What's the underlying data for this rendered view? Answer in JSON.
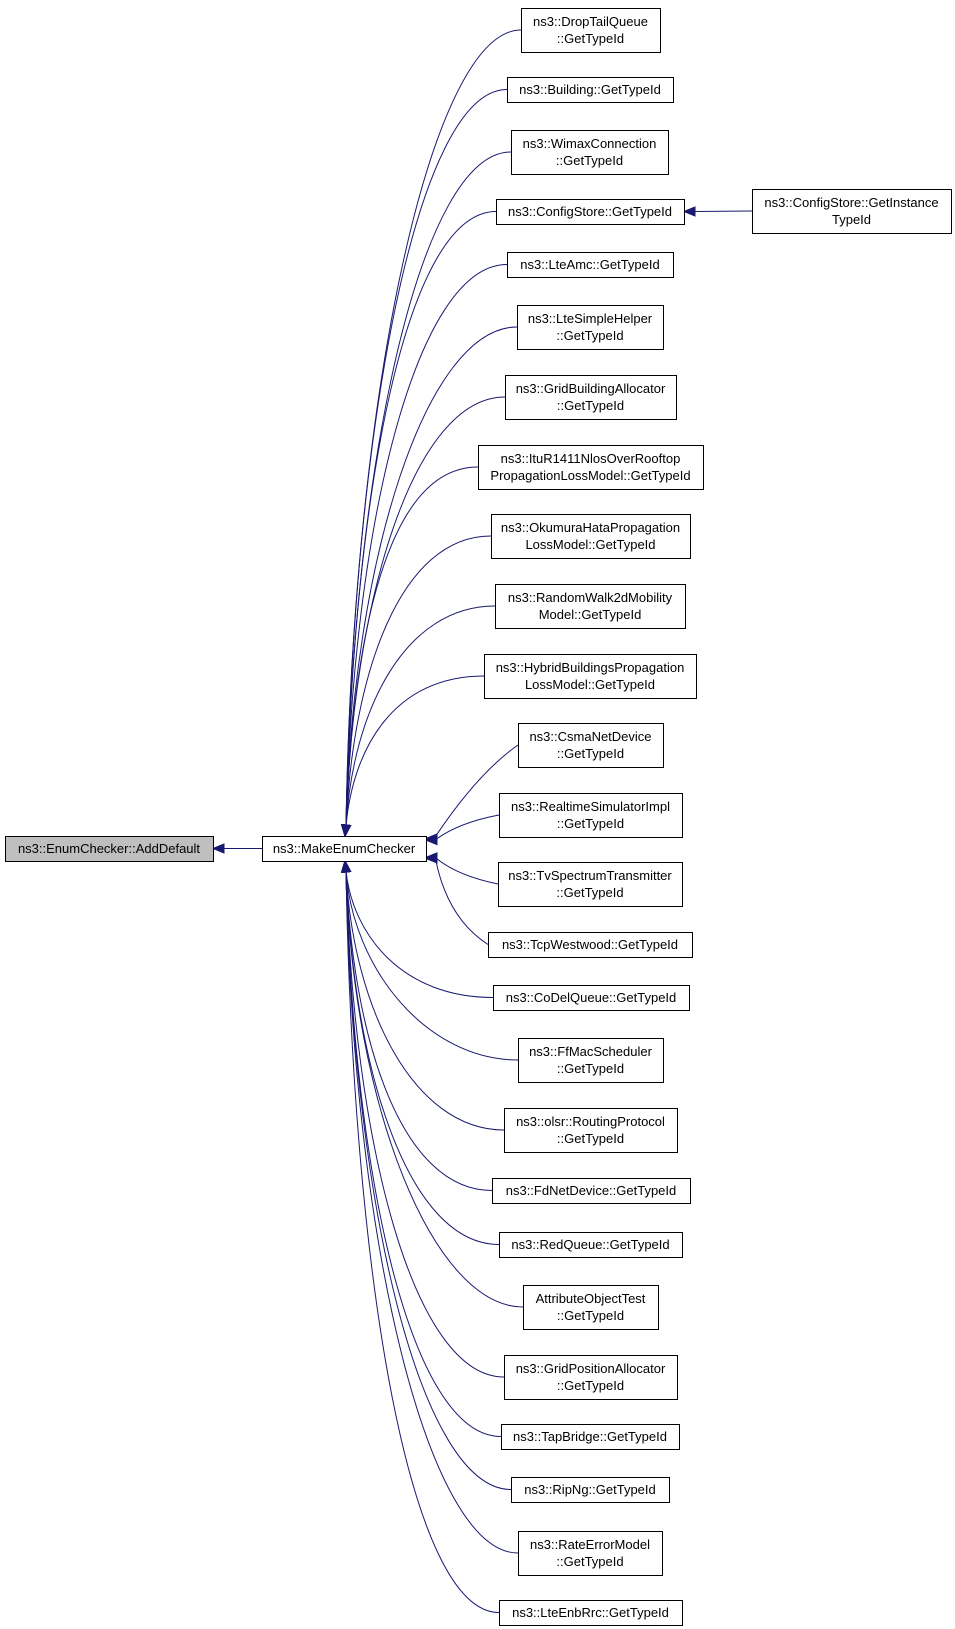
{
  "colors": {
    "edge": "#191970",
    "root_fill": "#bfbfbf",
    "node_fill": "#ffffff"
  },
  "nodes": [
    {
      "id": "add_default",
      "lines": [
        "ns3::EnumChecker::AddDefault"
      ],
      "root": true
    },
    {
      "id": "make_enum_checker",
      "lines": [
        "ns3::MakeEnumChecker"
      ]
    },
    {
      "id": "droptail",
      "lines": [
        "ns3::DropTailQueue",
        "::GetTypeId"
      ]
    },
    {
      "id": "building",
      "lines": [
        "ns3::Building::GetTypeId"
      ]
    },
    {
      "id": "wimax",
      "lines": [
        "ns3::WimaxConnection",
        "::GetTypeId"
      ]
    },
    {
      "id": "configstore",
      "lines": [
        "ns3::ConfigStore::GetTypeId"
      ]
    },
    {
      "id": "configstore_inst",
      "lines": [
        "ns3::ConfigStore::GetInstance",
        "TypeId"
      ]
    },
    {
      "id": "lteamc",
      "lines": [
        "ns3::LteAmc::GetTypeId"
      ]
    },
    {
      "id": "ltesimple",
      "lines": [
        "ns3::LteSimpleHelper",
        "::GetTypeId"
      ]
    },
    {
      "id": "gridbuilding",
      "lines": [
        "ns3::GridBuildingAllocator",
        "::GetTypeId"
      ]
    },
    {
      "id": "itur1411",
      "lines": [
        "ns3::ItuR1411NlosOverRooftop",
        "PropagationLossModel::GetTypeId"
      ]
    },
    {
      "id": "okumura",
      "lines": [
        "ns3::OkumuraHataPropagation",
        "LossModel::GetTypeId"
      ]
    },
    {
      "id": "randomwalk",
      "lines": [
        "ns3::RandomWalk2dMobility",
        "Model::GetTypeId"
      ]
    },
    {
      "id": "hybrid",
      "lines": [
        "ns3::HybridBuildingsPropagation",
        "LossModel::GetTypeId"
      ]
    },
    {
      "id": "csma",
      "lines": [
        "ns3::CsmaNetDevice",
        "::GetTypeId"
      ]
    },
    {
      "id": "realtime",
      "lines": [
        "ns3::RealtimeSimulatorImpl",
        "::GetTypeId"
      ]
    },
    {
      "id": "tvspectrum",
      "lines": [
        "ns3::TvSpectrumTransmitter",
        "::GetTypeId"
      ]
    },
    {
      "id": "tcpwestwood",
      "lines": [
        "ns3::TcpWestwood::GetTypeId"
      ]
    },
    {
      "id": "codel",
      "lines": [
        "ns3::CoDelQueue::GetTypeId"
      ]
    },
    {
      "id": "ffmac",
      "lines": [
        "ns3::FfMacScheduler",
        "::GetTypeId"
      ]
    },
    {
      "id": "olsr",
      "lines": [
        "ns3::olsr::RoutingProtocol",
        "::GetTypeId"
      ]
    },
    {
      "id": "fdnet",
      "lines": [
        "ns3::FdNetDevice::GetTypeId"
      ]
    },
    {
      "id": "red",
      "lines": [
        "ns3::RedQueue::GetTypeId"
      ]
    },
    {
      "id": "attrobj",
      "lines": [
        "AttributeObjectTest",
        "::GetTypeId"
      ]
    },
    {
      "id": "gridpos",
      "lines": [
        "ns3::GridPositionAllocator",
        "::GetTypeId"
      ]
    },
    {
      "id": "tapbridge",
      "lines": [
        "ns3::TapBridge::GetTypeId"
      ]
    },
    {
      "id": "ripng",
      "lines": [
        "ns3::RipNg::GetTypeId"
      ]
    },
    {
      "id": "rateerror",
      "lines": [
        "ns3::RateErrorModel",
        "::GetTypeId"
      ]
    },
    {
      "id": "lteenbrrc",
      "lines": [
        "ns3::LteEnbRrc::GetTypeId"
      ]
    }
  ],
  "edges": [
    {
      "from": "make_enum_checker",
      "to": "add_default"
    },
    {
      "from": "droptail",
      "to": "make_enum_checker"
    },
    {
      "from": "building",
      "to": "make_enum_checker"
    },
    {
      "from": "wimax",
      "to": "make_enum_checker"
    },
    {
      "from": "configstore",
      "to": "make_enum_checker"
    },
    {
      "from": "configstore_inst",
      "to": "configstore"
    },
    {
      "from": "lteamc",
      "to": "make_enum_checker"
    },
    {
      "from": "ltesimple",
      "to": "make_enum_checker"
    },
    {
      "from": "gridbuilding",
      "to": "make_enum_checker"
    },
    {
      "from": "itur1411",
      "to": "make_enum_checker"
    },
    {
      "from": "okumura",
      "to": "make_enum_checker"
    },
    {
      "from": "randomwalk",
      "to": "make_enum_checker"
    },
    {
      "from": "hybrid",
      "to": "make_enum_checker"
    },
    {
      "from": "csma",
      "to": "make_enum_checker"
    },
    {
      "from": "realtime",
      "to": "make_enum_checker"
    },
    {
      "from": "tvspectrum",
      "to": "make_enum_checker"
    },
    {
      "from": "tcpwestwood",
      "to": "make_enum_checker"
    },
    {
      "from": "codel",
      "to": "make_enum_checker"
    },
    {
      "from": "ffmac",
      "to": "make_enum_checker"
    },
    {
      "from": "olsr",
      "to": "make_enum_checker"
    },
    {
      "from": "fdnet",
      "to": "make_enum_checker"
    },
    {
      "from": "red",
      "to": "make_enum_checker"
    },
    {
      "from": "attrobj",
      "to": "make_enum_checker"
    },
    {
      "from": "gridpos",
      "to": "make_enum_checker"
    },
    {
      "from": "tapbridge",
      "to": "make_enum_checker"
    },
    {
      "from": "ripng",
      "to": "make_enum_checker"
    },
    {
      "from": "rateerror",
      "to": "make_enum_checker"
    },
    {
      "from": "lteenbrrc",
      "to": "make_enum_checker"
    }
  ]
}
